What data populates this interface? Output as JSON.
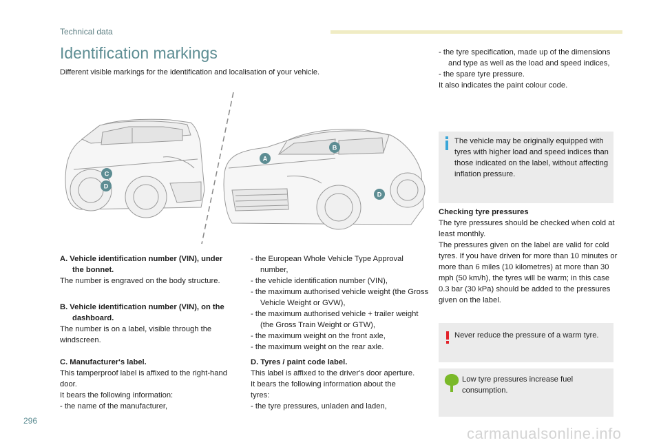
{
  "header": {
    "section": "Technical data"
  },
  "title": "Identification markings",
  "intro": "Different visible markings for the identification and localisation of your vehicle.",
  "illustration": {
    "markers": [
      "A",
      "B",
      "C",
      "D",
      "D"
    ]
  },
  "section_a": {
    "heading": "A.  Vehicle identification number (VIN), under the bonnet.",
    "body": "The number is engraved on the body structure."
  },
  "section_b": {
    "heading": "B.  Vehicle identification number (VIN), on the dashboard.",
    "body": "The number is on a label, visible through the windscreen."
  },
  "section_c": {
    "heading": "C.  Manufacturer's label.",
    "lines": [
      "This tamperproof label is affixed to the right-hand door.",
      "It bears the following information:"
    ],
    "items": [
      "-   the name of the manufacturer,"
    ]
  },
  "mid_list": [
    "-   the European Whole Vehicle Type Approval number,",
    "-   the vehicle identification number (VIN),",
    "-   the maximum authorised vehicle weight (the Gross Vehicle Weight or GVW),",
    "-   the maximum authorised vehicle + trailer weight (the Gross Train Weight or GTW),",
    "-   the maximum weight on the front axle,",
    "-   the maximum weight on the rear axle."
  ],
  "section_d": {
    "heading": "D.  Tyres / paint code label.",
    "lines": [
      "This label is affixed to the driver's door aperture.",
      "It bears the following information about the tyres:"
    ],
    "items": [
      "-   the tyre pressures, unladen and laden,"
    ]
  },
  "right_list": [
    "-   the tyre specification, made up of the dimensions and type as well as the load and speed indices,",
    "-   the spare tyre pressure."
  ],
  "paint_note": "It also indicates the paint colour code.",
  "info_note": "The vehicle may be originally equipped with tyres with higher load and speed indices than those indicated on the label, without affecting inflation pressure.",
  "checking": {
    "heading": "Checking tyre pressures",
    "p1": "The tyre pressures should be checked when cold at least monthly.",
    "p2": "The pressures given on the label are valid for cold tyres. If you have driven for more than 10 minutes or more than 6 miles (10 kilometres) at more than 30 mph (50 km/h), the tyres will be warm; in this case 0.3 bar (30 kPa) should be added to the pressures given on the label."
  },
  "warning_note": "Never reduce the pressure of a warm tyre.",
  "eco_note": "Low tyre pressures increase fuel consumption.",
  "page_number": "296",
  "watermark": "carmanualsonline.info",
  "colors": {
    "accent": "#5d8d93",
    "marker": "#5d8d93",
    "info_icon": "#3aa6d8",
    "warning_icon": "#e2232a",
    "eco_icon": "#7ab929",
    "notice_bg": "#ebebeb"
  }
}
